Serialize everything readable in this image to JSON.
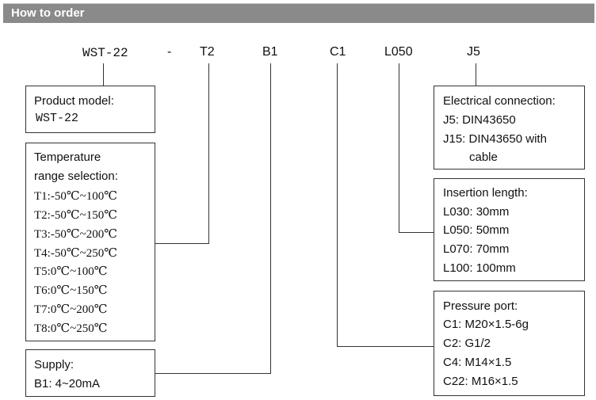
{
  "header": {
    "title": "How to order"
  },
  "code": {
    "model": "WST-22",
    "dash": "-",
    "temp": "T2",
    "supply": "B1",
    "port": "C1",
    "length": "L050",
    "connection": "J5"
  },
  "boxes": {
    "product": {
      "title": "Product model:",
      "value": "WST-22"
    },
    "temperature": {
      "title_line1": "Temperature",
      "title_line2": "range selection:",
      "items": [
        {
          "code": "T1:",
          "value": "-50℃~100℃"
        },
        {
          "code": "T2:",
          "value": "-50℃~150℃"
        },
        {
          "code": "T3:",
          "value": "-50℃~200℃"
        },
        {
          "code": "T4:",
          "value": "-50℃~250℃"
        },
        {
          "code": "T5:",
          "value": "0℃~100℃"
        },
        {
          "code": "T6:",
          "value": "0℃~150℃"
        },
        {
          "code": "T7:",
          "value": "0℃~200℃"
        },
        {
          "code": "T8:",
          "value": "0℃~250℃"
        }
      ]
    },
    "supply": {
      "title": "Supply:",
      "item": "B1: 4~20mA"
    },
    "electrical": {
      "title": "Electrical connection:",
      "items": [
        "J5: DIN43650",
        "J15: DIN43650 with",
        "cable"
      ]
    },
    "insertion": {
      "title": "Insertion length:",
      "items": [
        "L030: 30mm",
        "L050: 50mm",
        "L070: 70mm",
        "L100: 100mm"
      ]
    },
    "pressure": {
      "title": "Pressure port:",
      "items": [
        "C1: M20×1.5-6g",
        "C2: G1/2",
        "C4: M14×1.5",
        "C22: M16×1.5"
      ]
    }
  }
}
